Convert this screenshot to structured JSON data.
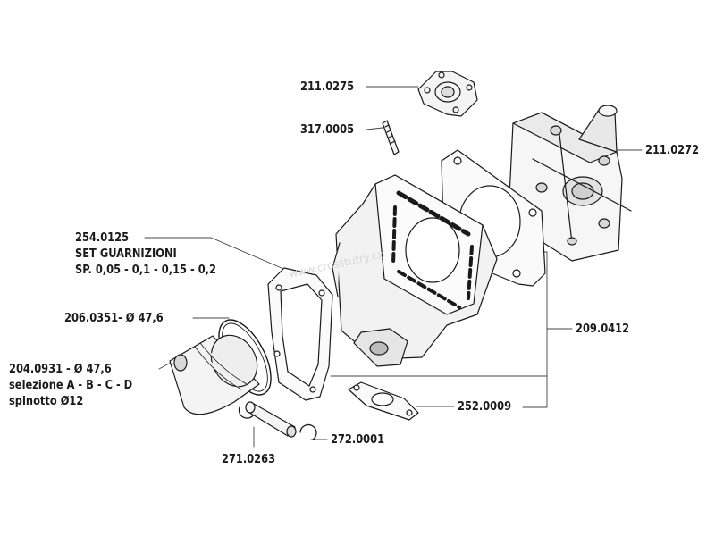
{
  "parts": {
    "cylinder_head_cover": {
      "code": "211.0275"
    },
    "stud": {
      "code": "317.0005"
    },
    "cylinder_head": {
      "code": "211.0272"
    },
    "gasket_set": {
      "code": "254.0125",
      "line2": "SET GUARNIZIONI",
      "line3": "SP. 0,05 - 0,1 - 0,15 - 0,2"
    },
    "piston_ring": {
      "code": "206.0351- Ø 47,6"
    },
    "cylinder_kit": {
      "code": "209.0412"
    },
    "piston": {
      "code": "204.0931 - Ø 47,6",
      "line2": "selezione A - B - C - D",
      "line3": "spinotto Ø12"
    },
    "exhaust_gasket": {
      "code": "252.0009"
    },
    "circlip": {
      "code": "272.0001"
    },
    "piston_pin": {
      "code": "271.0263"
    }
  },
  "watermark": "www.crosstutry.cz",
  "colors": {
    "line": "#1a1a1a",
    "fill_light": "#f2f2f2",
    "fill_dark": "#cfcfcf"
  }
}
